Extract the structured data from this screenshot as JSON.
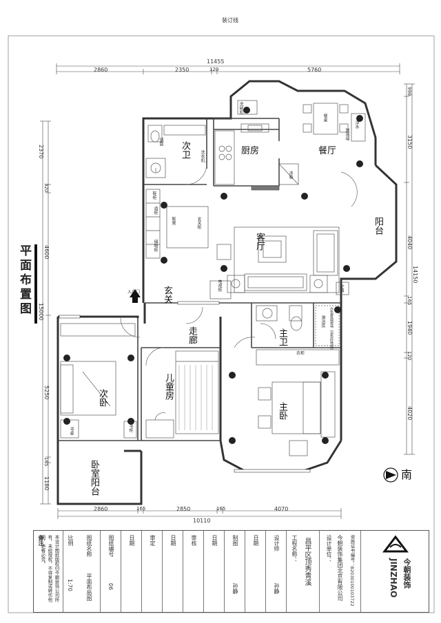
{
  "header": {
    "binding_line": "装订线"
  },
  "drawing": {
    "title": "平面布置图",
    "south": "南",
    "north_marker": "入户门",
    "top_dims": {
      "total": "11455",
      "a": "2860",
      "b": "2350",
      "c": "120",
      "d": "5760"
    },
    "bottom_dims": {
      "total": "10110",
      "a": "2860",
      "b": "165",
      "c": "2850",
      "d": "165",
      "e": "4070"
    },
    "left_dims": {
      "a": "2370",
      "b": "320",
      "c": "4600",
      "total": "15000",
      "d": "5250",
      "e": "165",
      "f": "1180"
    },
    "right_dims": {
      "a": "998",
      "b": "3150",
      "c": "4040",
      "total": "14150",
      "d": "165",
      "e": "1940",
      "f": "120",
      "g": "4020"
    },
    "rooms": {
      "kitchen": "厨房",
      "dining": "餐厅",
      "balcony": "阳台",
      "second_bath": "次卫",
      "living": "客厅",
      "entry": "玄关",
      "corridor": "走廊",
      "master_bath": "主卫",
      "second_bed": "次卧",
      "kids": "儿童房",
      "master_bed": "主卧",
      "bed_balcony": "卧室阳台"
    },
    "labels": {
      "washer": "洗衣机",
      "fridge": "冰箱",
      "shoe_cabinet": "鞋柜",
      "wine_cabinet": "酒柜",
      "shoe_chair": "鞋凳",
      "entry_cab": "玄关柜",
      "tv_cab": "电视柜",
      "storage": "储物柜",
      "shower": "淋浴房",
      "glass_wall": "玻璃墙",
      "wardrobe": "衣柜",
      "desk": "书桌",
      "ac": "空调",
      "bookcase": "书柜",
      "glass_note": "白色雾面玻璃（自色砂墙面）",
      "mirror": "镜面",
      "dish": "洗碗机",
      "table": "餐桌",
      "water": "净水"
    }
  },
  "title_block": {
    "notes_title": "备注：",
    "notes_body": "本设计图纸版权归今朝装饰公司所有，未经授权，不得复制或转作他用，违者必究。",
    "scale_label": "比例",
    "scale_value": "1:70",
    "drawing_name_label": "图纸名称",
    "drawing_name_value": "平面布局图",
    "drawing_no_label": "图纸编号",
    "drawing_no_value": "06",
    "date_label": "日期",
    "review_label": "审定",
    "check_label": "审核",
    "drafter_label": "制图",
    "drafter_value": "孙静",
    "designer_label": "设计师",
    "designer_value": "孙静",
    "project_label": "工程名称：",
    "project_value": "昌平区顶秀青溪",
    "company_label": "设计单位：",
    "company_value": "今朝装饰集团北京有限公司",
    "license": "资质证书编号：B2030100103722",
    "brand_en": "JINZHAO",
    "brand_cn": "今朝装饰"
  }
}
